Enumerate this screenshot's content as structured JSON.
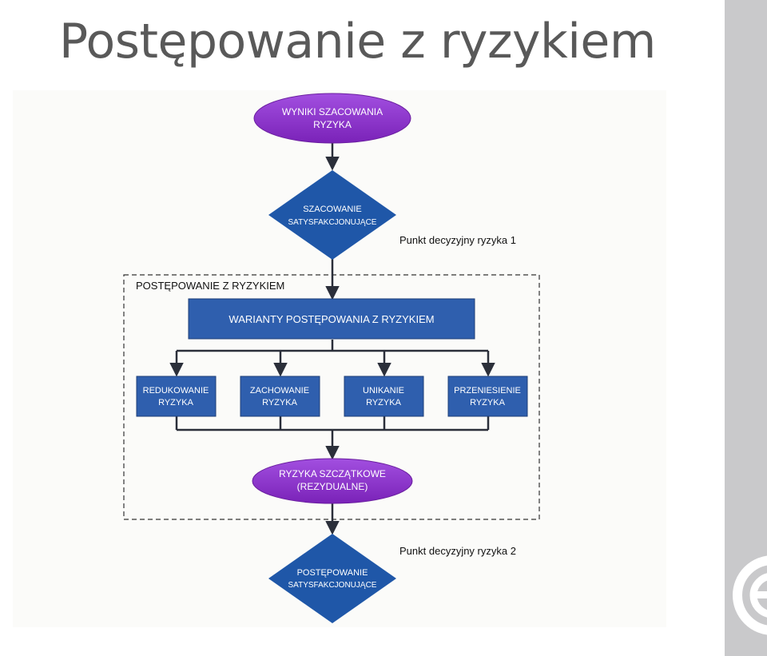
{
  "slide": {
    "title": "Postępowanie z ryzykiem"
  },
  "flowchart": {
    "start": {
      "line1": "WYNIKI SZACOWANIA",
      "line2": "RYZYKA"
    },
    "decision1": {
      "line1": "SZACOWANIE",
      "line2": "SATYSFAKCJONUJĄCE"
    },
    "decision1_note": "Punkt decyzyjny ryzyka 1",
    "group_label": "POSTĘPOWANIE Z RYZYKIEM",
    "options_box": "WARIANTY POSTĘPOWANIA Z RYZYKIEM",
    "options": [
      {
        "line1": "REDUKOWANIE",
        "line2": "RYZYKA"
      },
      {
        "line1": "ZACHOWANIE",
        "line2": "RYZYKA"
      },
      {
        "line1": "UNIKANIE",
        "line2": "RYZYKA"
      },
      {
        "line1": "PRZENIESIENIE",
        "line2": "RYZYKA"
      }
    ],
    "residual": {
      "line1": "RYZYKA SZCZĄTKOWE",
      "line2": "(REZYDUALNE)"
    },
    "decision2": {
      "line1": "POSTĘPOWANIE",
      "line2": "SATYSFAKCJONUJĄCE"
    },
    "decision2_note": "Punkt decyzyjny ryzyka 2"
  },
  "colors": {
    "ellipse_fill": "#8b2fc9",
    "box_fill": "#2f5fae",
    "diamond_fill": "#1f57a8",
    "connector": "#2b2f3a",
    "sidebar": "#c9c9cb"
  }
}
